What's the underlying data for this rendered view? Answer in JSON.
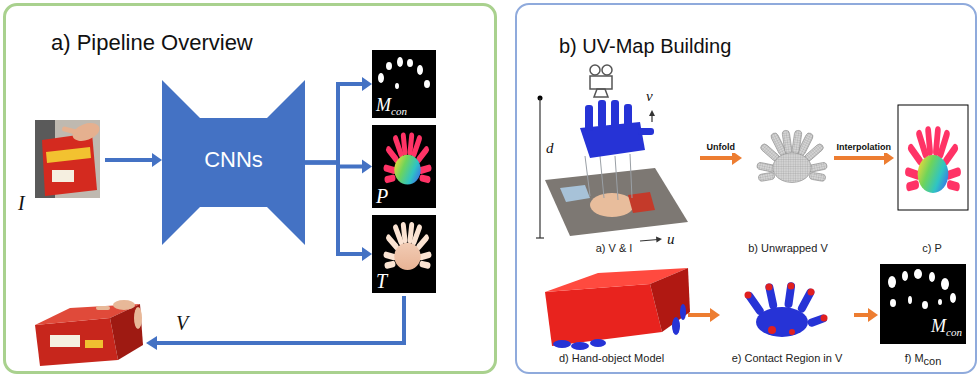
{
  "diagram": {
    "nodes": [
      {
        "text": [
          "a) Pipeline Overview"
        ]
      },
      {
        "text": [
          "I"
        ],
        "in": 0
      },
      {
        "text": [
          "CNNs"
        ],
        "in": 0
      },
      {
        "text": [
          "M",
          "con"
        ],
        "in": 0
      },
      {
        "text": [
          "P"
        ],
        "in": 0
      },
      {
        "text": [
          "T"
        ],
        "in": 0
      },
      {
        "text": [
          "b) UV-Map Building"
        ]
      },
      {
        "text": [
          "a) V & I"
        ],
        "in": 6
      },
      {
        "text": [
          "b) Unwrapped V"
        ],
        "in": 6
      },
      {
        "text": [
          "c) P"
        ],
        "in": 6
      },
      {
        "text": [
          "d) Hand-object Model"
        ],
        "in": 6
      },
      {
        "text": [
          "e) Contact Region in V"
        ],
        "in": 6
      },
      {
        "text": [
          "M",
          "con",
          "f) M",
          "con"
        ],
        "in": 6
      }
    ],
    "edges": [
      {
        "from": 1,
        "to": 2,
        "arrow": "to"
      },
      {
        "from": 2,
        "to": 3,
        "arrow": "to"
      },
      {
        "from": 2,
        "to": 4,
        "arrow": "to"
      },
      {
        "from": 2,
        "to": 5,
        "arrow": "to"
      },
      {
        "from": 7,
        "to": 8,
        "label": "Unfold",
        "arrow": "to"
      },
      {
        "from": 8,
        "to": 9,
        "label": "Interpolation",
        "arrow": "to"
      },
      {
        "from": 10,
        "to": 11,
        "arrow": "to"
      },
      {
        "from": 11,
        "to": 12,
        "arrow": "to"
      }
    ],
    "labels": [
      "V",
      "d",
      "v",
      "u"
    ]
  }
}
